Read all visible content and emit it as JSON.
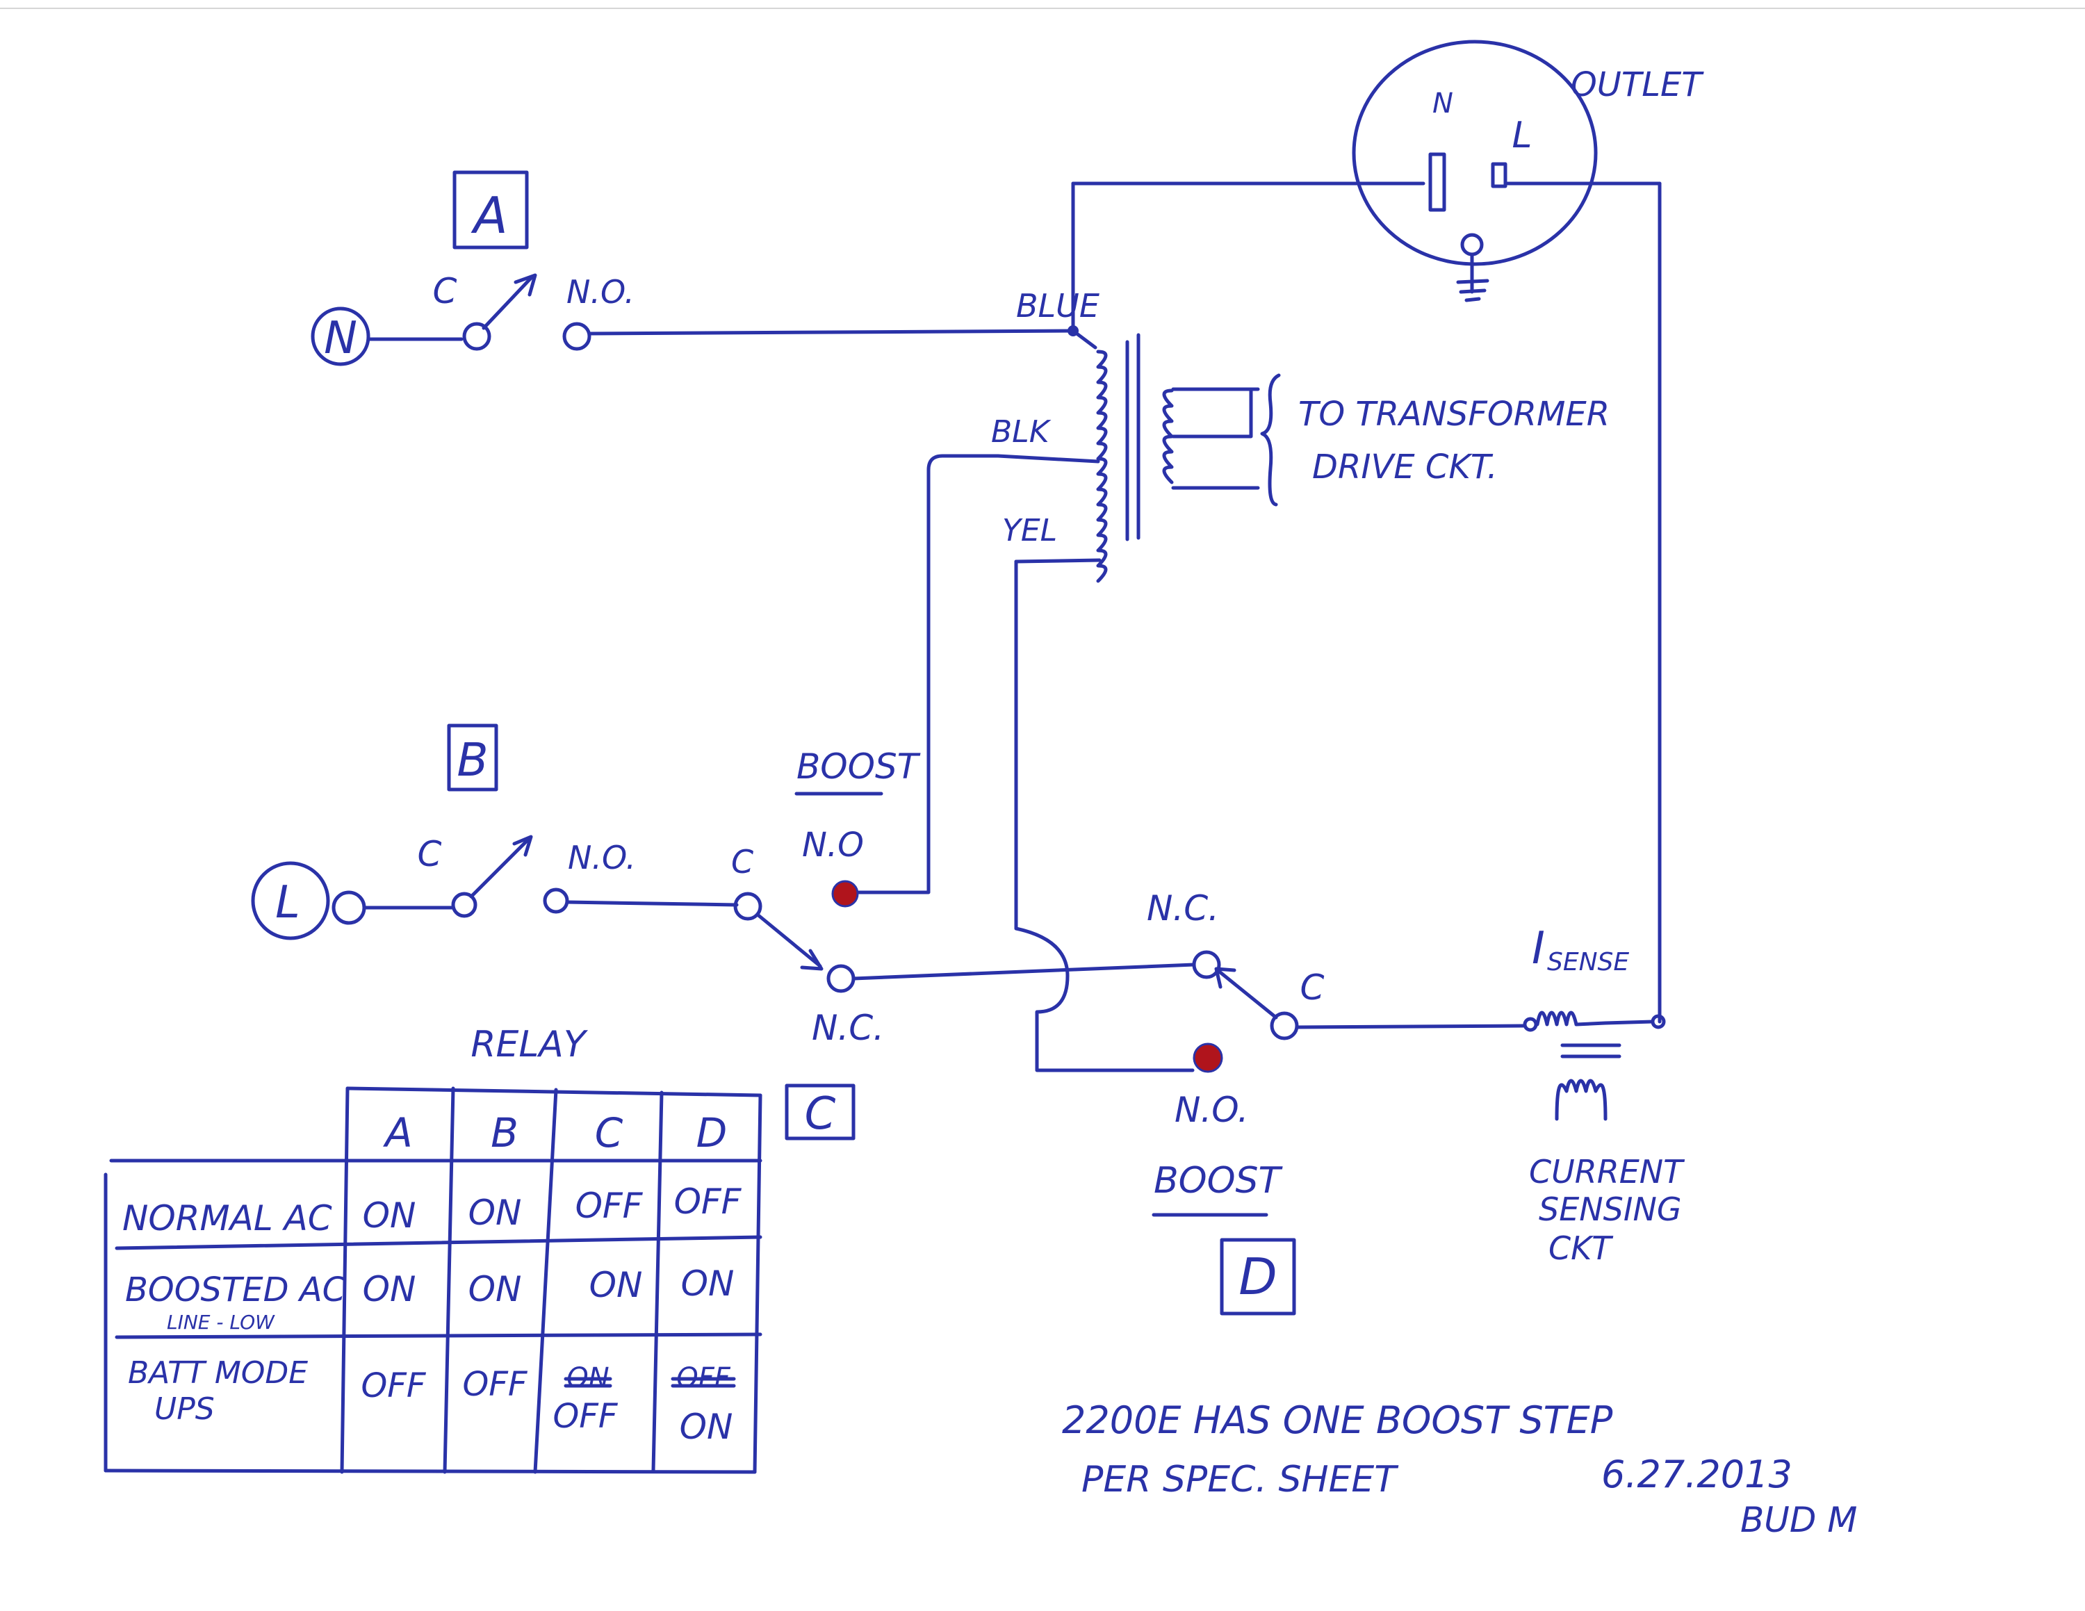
{
  "labels": {
    "relay_a": "A",
    "relay_b": "B",
    "relay_c": "C",
    "relay_d": "D",
    "neutral": "N",
    "line": "L",
    "a_c": "C",
    "a_no": "N.O.",
    "b_c": "C",
    "b_no": "N.O.",
    "c_c": "C",
    "c_boost": "BOOST",
    "c_no": "N.O",
    "c_nc": "N.C.",
    "d_nc": "N.C.",
    "d_c": "C",
    "d_no": "N.O.",
    "d_boost": "BOOST",
    "wire_blue": "BLUE",
    "wire_blk": "BLK",
    "wire_yel": "YEL",
    "xfmr_line1": "TO TRANSFORMER",
    "xfmr_line2": "DRIVE CKT.",
    "outlet": "OUTLET",
    "outlet_n": "N",
    "outlet_l": "L",
    "isense": "I",
    "isense_sub": "SENSE",
    "cs_line1": "CURRENT",
    "cs_line2": "SENSING",
    "cs_line3": "CKT",
    "note_line1": "2200E HAS ONE BOOST STEP",
    "note_line2": "PER SPEC. SHEET",
    "date": "6.27.2013",
    "author": "BUD M"
  },
  "table": {
    "title": "RELAY",
    "columns": [
      "A",
      "B",
      "C",
      "D"
    ],
    "rows": [
      {
        "mode": "NORMAL AC",
        "sub": "",
        "values": [
          "ON",
          "ON",
          "OFF",
          "OFF"
        ],
        "struck": [
          "",
          "",
          "",
          ""
        ]
      },
      {
        "mode": "BOOSTED AC",
        "sub": "LINE - LOW",
        "values": [
          "ON",
          "ON",
          "ON",
          "ON"
        ],
        "struck": [
          "",
          "",
          "",
          ""
        ]
      },
      {
        "mode": "BATT MODE",
        "sub": "UPS",
        "values": [
          "OFF",
          "OFF",
          "OFF",
          "ON"
        ],
        "struck": [
          "",
          "",
          "ON",
          "OFF"
        ]
      }
    ]
  }
}
